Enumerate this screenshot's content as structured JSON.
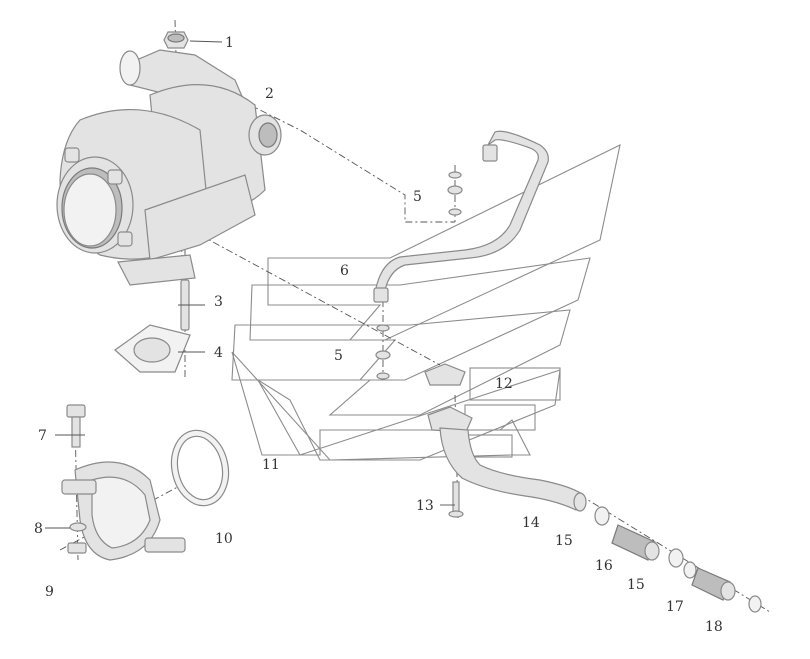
{
  "labels": [
    {
      "id": "l1",
      "text": "1"
    },
    {
      "id": "l2",
      "text": "2"
    },
    {
      "id": "l3",
      "text": "3"
    },
    {
      "id": "l4",
      "text": "4"
    },
    {
      "id": "l5a",
      "text": "5"
    },
    {
      "id": "l5b",
      "text": "5"
    },
    {
      "id": "l6",
      "text": "6"
    },
    {
      "id": "l7",
      "text": "7"
    },
    {
      "id": "l8",
      "text": "8"
    },
    {
      "id": "l9",
      "text": "9"
    },
    {
      "id": "l10",
      "text": "10"
    },
    {
      "id": "l11",
      "text": "11"
    },
    {
      "id": "l12",
      "text": "12"
    },
    {
      "id": "l13",
      "text": "13"
    },
    {
      "id": "l14",
      "text": "14"
    },
    {
      "id": "l15a",
      "text": "15"
    },
    {
      "id": "l15b",
      "text": "15"
    },
    {
      "id": "l16",
      "text": "16"
    },
    {
      "id": "l17",
      "text": "17"
    },
    {
      "id": "l18",
      "text": "18"
    }
  ],
  "colors": {
    "background": "#ffffff",
    "part_fill": "#e3e3e3",
    "line": "#555555"
  }
}
